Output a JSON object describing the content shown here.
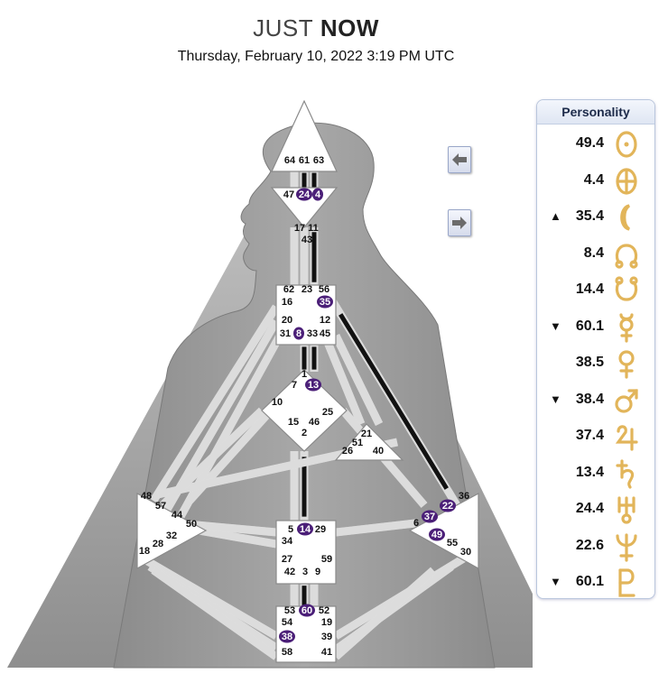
{
  "header": {
    "title_light": "JUST",
    "title_bold": "NOW",
    "date": "Thursday, February 10, 2022 3:19 PM UTC"
  },
  "nav": {
    "prev_icon": "arrow-left-icon",
    "next_icon": "arrow-right-icon"
  },
  "panel": {
    "title": "Personality",
    "rows": [
      {
        "arrow": "",
        "value": "49.4",
        "planet": "sun"
      },
      {
        "arrow": "",
        "value": "4.4",
        "planet": "earth"
      },
      {
        "arrow": "▲",
        "value": "35.4",
        "planet": "moon"
      },
      {
        "arrow": "",
        "value": "8.4",
        "planet": "north-node"
      },
      {
        "arrow": "",
        "value": "14.4",
        "planet": "south-node"
      },
      {
        "arrow": "▼",
        "value": "60.1",
        "planet": "mercury"
      },
      {
        "arrow": "",
        "value": "38.5",
        "planet": "venus"
      },
      {
        "arrow": "▼",
        "value": "38.4",
        "planet": "mars"
      },
      {
        "arrow": "",
        "value": "37.4",
        "planet": "jupiter"
      },
      {
        "arrow": "",
        "value": "13.4",
        "planet": "saturn"
      },
      {
        "arrow": "",
        "value": "24.4",
        "planet": "uranus"
      },
      {
        "arrow": "",
        "value": "22.6",
        "planet": "neptune"
      },
      {
        "arrow": "▼",
        "value": "60.1",
        "planet": "pluto"
      }
    ]
  },
  "colors": {
    "active": "#111111",
    "highlight": "#4b1f78",
    "center": "#ffffff",
    "background_triangle": "#9c9c9c",
    "planet_gold": "#e2b55a"
  },
  "gates": {
    "head": [
      "64",
      "61",
      "63"
    ],
    "ajna": [
      "47",
      "24",
      "4",
      "17",
      "11",
      "43"
    ],
    "throat": [
      "62",
      "23",
      "56",
      "16",
      "35",
      "20",
      "12",
      "31",
      "8",
      "33",
      "45"
    ],
    "g": [
      "1",
      "7",
      "13",
      "10",
      "15",
      "46",
      "25",
      "2"
    ],
    "heart": [
      "21",
      "51",
      "26",
      "40"
    ],
    "spleen": [
      "48",
      "57",
      "44",
      "50",
      "32",
      "28",
      "18"
    ],
    "solar_plexus": [
      "36",
      "22",
      "37",
      "6",
      "49",
      "55",
      "30"
    ],
    "sacral": [
      "5",
      "14",
      "29",
      "34",
      "27",
      "59",
      "42",
      "3",
      "9"
    ],
    "root": [
      "53",
      "60",
      "52",
      "54",
      "19",
      "38",
      "39",
      "58",
      "41"
    ],
    "highlighted": [
      "24",
      "4",
      "35",
      "8",
      "13",
      "14",
      "22",
      "37",
      "49",
      "60",
      "38"
    ]
  }
}
